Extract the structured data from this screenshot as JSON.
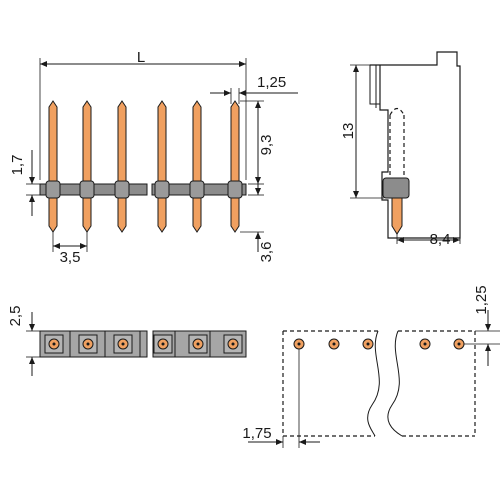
{
  "colors": {
    "pin": "#f0a060",
    "pin_stroke": "#1a1a1a",
    "housing": "#a6a6a6",
    "housing_dark": "#7a7a7a",
    "line": "#1a1a1a"
  },
  "front_view": {
    "length_label": "L",
    "pin_offset_label": "1,25",
    "upper_pin_label": "9,3",
    "housing_offset_label": "1,7",
    "pitch_label": "3,5",
    "lower_pin_label": "3,6"
  },
  "side_view": {
    "height_label": "13",
    "depth_label": "8,4"
  },
  "top_view": {
    "housing_height_label": "2,5"
  },
  "footprint": {
    "hole_offset_label": "1,25",
    "edge_offset_label": "1,75"
  }
}
